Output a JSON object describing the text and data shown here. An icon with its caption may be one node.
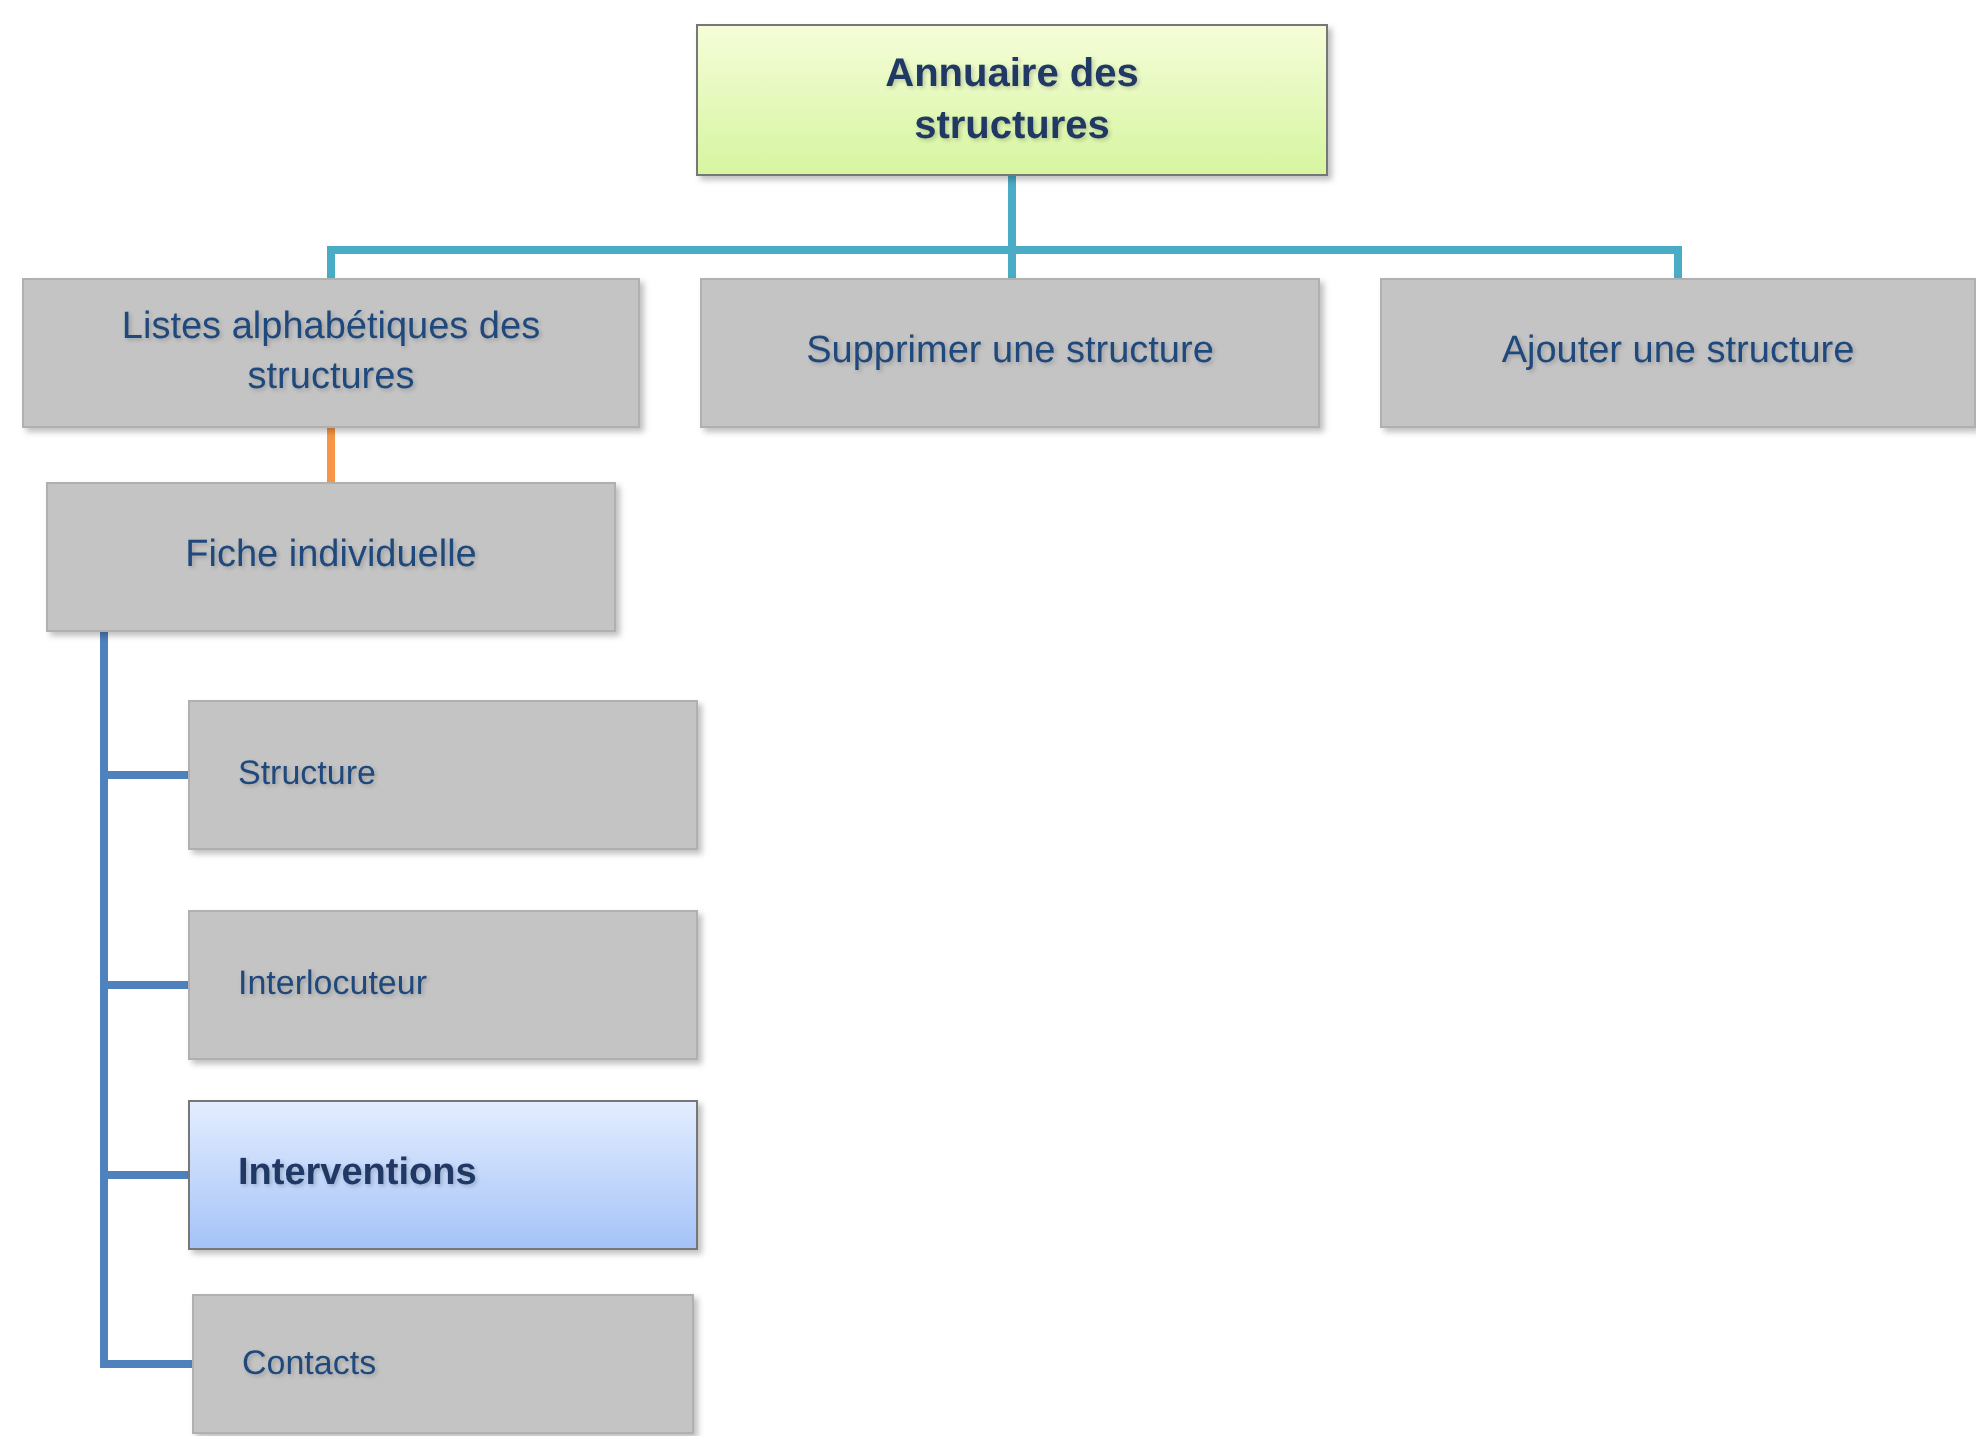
{
  "diagram": {
    "nodes": [
      {
        "text": [
          "Annuaire des structures"
        ]
      },
      {
        "text": [
          "Listes alphabétiques des structures"
        ]
      },
      {
        "text": [
          "Supprimer une structure"
        ]
      },
      {
        "text": [
          "Ajouter une structure"
        ]
      },
      {
        "text": [
          "Fiche individuelle"
        ]
      },
      {
        "text": [
          "Structure"
        ]
      },
      {
        "text": [
          "Interlocuteur"
        ]
      },
      {
        "text": [
          "Interventions"
        ]
      },
      {
        "text": [
          "Contacts"
        ]
      }
    ],
    "edges": [
      {
        "from": 0,
        "to": 1,
        "arrow": "none",
        "color": "#4bacc6"
      },
      {
        "from": 0,
        "to": 2,
        "arrow": "none",
        "color": "#4bacc6"
      },
      {
        "from": 0,
        "to": 3,
        "arrow": "none",
        "color": "#4bacc6"
      },
      {
        "from": 1,
        "to": 4,
        "arrow": "none",
        "color": "#f79646"
      },
      {
        "from": 4,
        "to": 5,
        "arrow": "none",
        "color": "#4f81bd"
      },
      {
        "from": 4,
        "to": 6,
        "arrow": "none",
        "color": "#4f81bd"
      },
      {
        "from": 4,
        "to": 7,
        "arrow": "none",
        "color": "#4f81bd"
      },
      {
        "from": 4,
        "to": 8,
        "arrow": "none",
        "color": "#4f81bd"
      }
    ]
  }
}
